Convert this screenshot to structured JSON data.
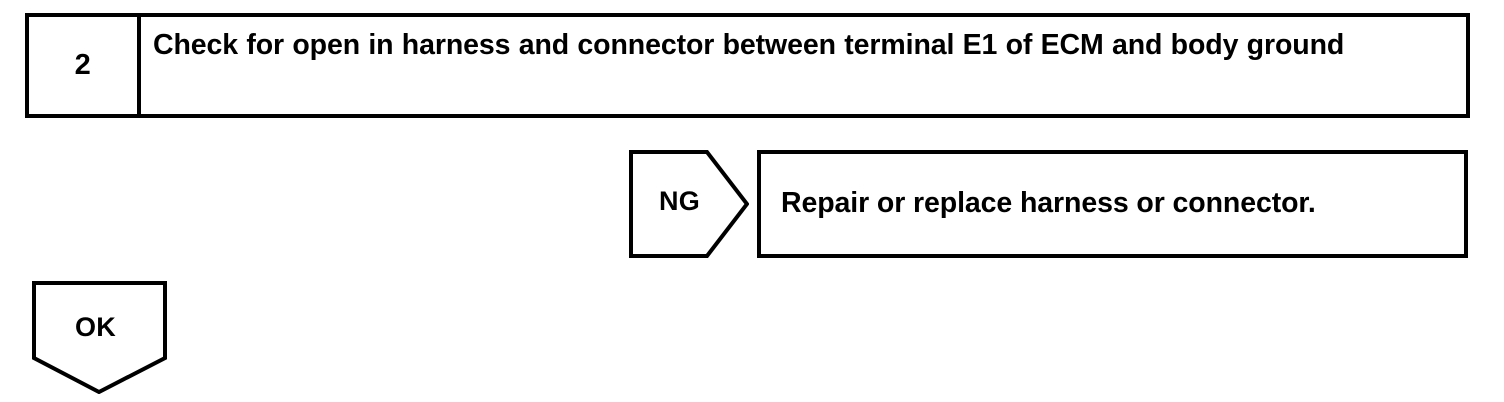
{
  "colors": {
    "background": "#ffffff",
    "ink": "#000000"
  },
  "step": {
    "number": "2",
    "instruction": "Check for open in harness and connector between terminal E1 of ECM and body ground"
  },
  "branches": [
    {
      "label": "NG",
      "shape": "pentagon-right",
      "result_text": "Repair or replace harness or connector."
    },
    {
      "label": "OK",
      "shape": "pentagon-down",
      "result_text": ""
    }
  ],
  "ng_branch": {
    "label": "NG",
    "action": "Repair or replace harness or connector."
  },
  "ok_branch": {
    "label": "OK"
  }
}
